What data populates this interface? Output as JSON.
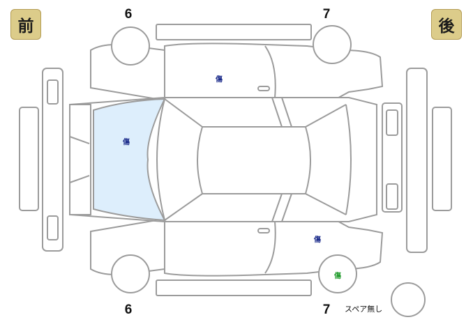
{
  "labels": {
    "front": "前",
    "rear": "後",
    "tire_front_top": "6",
    "tire_rear_top": "7",
    "tire_front_bottom": "6",
    "tire_rear_bottom": "7",
    "spare": "スペア無し"
  },
  "damage_marks": {
    "roof_left_side": "傷",
    "windshield": "傷",
    "right_rear_door": "傷",
    "right_rear_tire": "傷"
  },
  "colors": {
    "outline": "#9b9b9b",
    "windshield_fill": "#ddeefc",
    "mark_blue": "#1a2a8a",
    "mark_green": "#1f9a2a",
    "badge_bg": "#dccc8a"
  }
}
